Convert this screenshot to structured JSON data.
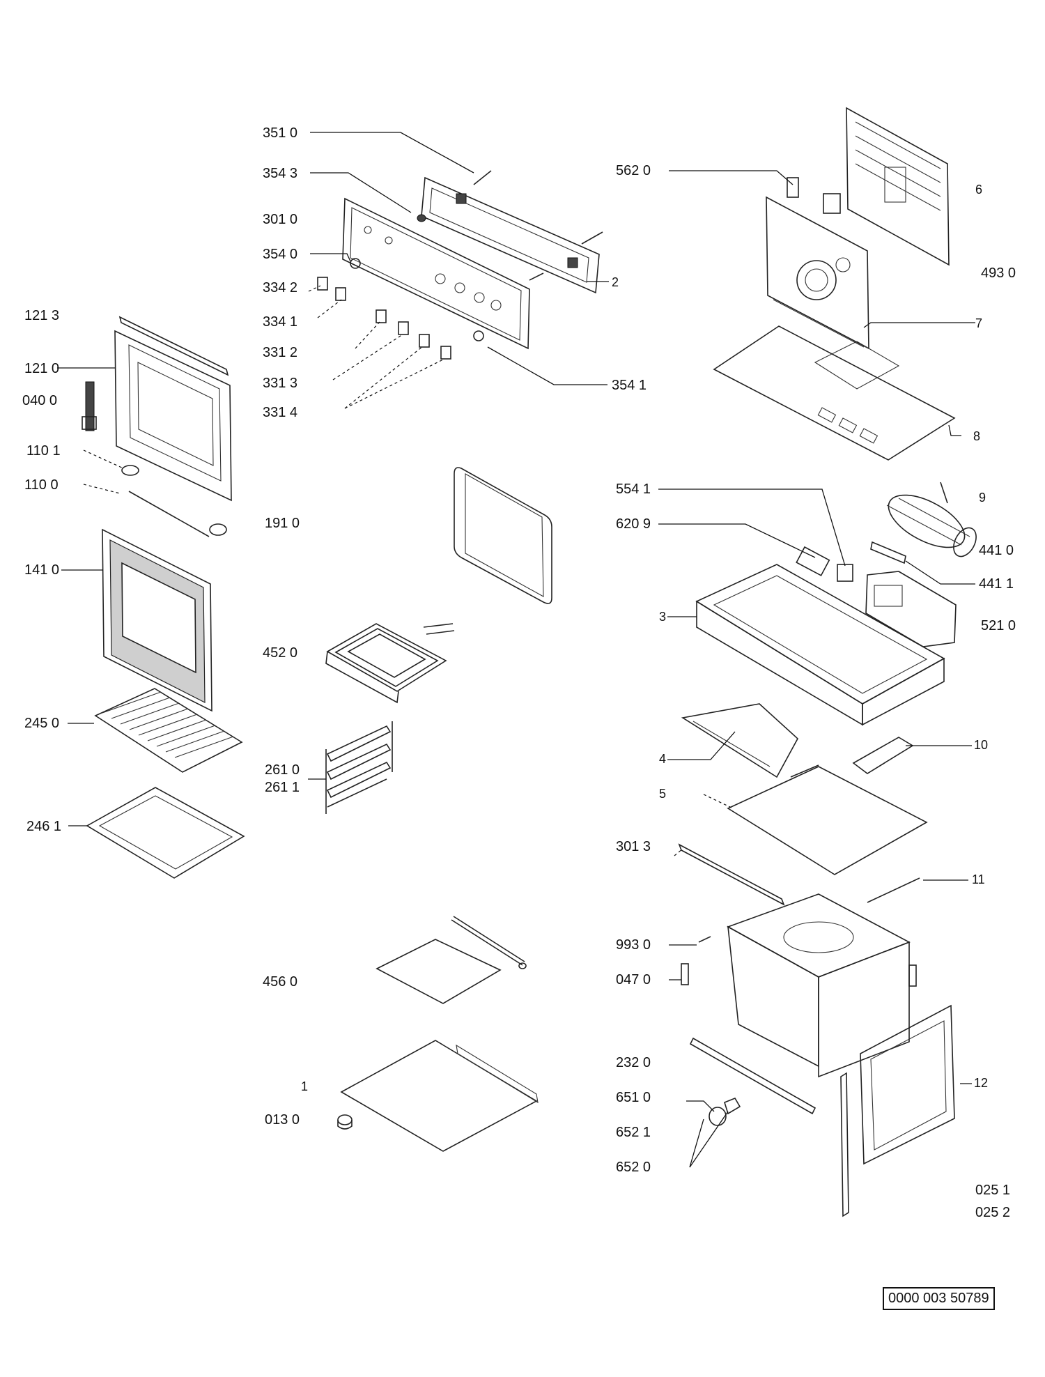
{
  "labels": {
    "l_351_0": "351 0",
    "l_354_3": "354 3",
    "l_301_0": "301 0",
    "l_354_0": "354 0",
    "l_334_2": "334 2",
    "l_334_1": "334 1",
    "l_331_2": "331 2",
    "l_331_3": "331 3",
    "l_331_4": "331 4",
    "l_354_1": "354 1",
    "l_2": "2",
    "l_121_3": "121 3",
    "l_121_0": "121 0",
    "l_040_0": "040 0",
    "l_110_1": "110 1",
    "l_110_0": "110 0",
    "l_191_0": "191 0",
    "l_141_0": "141 0",
    "l_452_0": "452 0",
    "l_245_0": "245 0",
    "l_261_0": "261 0",
    "l_261_1": "261 1",
    "l_246_1": "246 1",
    "l_456_0": "456 0",
    "l_1": "1",
    "l_013_0": "013 0",
    "l_562_0": "562 0",
    "l_6": "6",
    "l_493_0": "493 0",
    "l_7": "7",
    "l_8": "8",
    "l_554_1": "554 1",
    "l_620_9": "620 9",
    "l_9": "9",
    "l_441_0": "441 0",
    "l_441_1": "441 1",
    "l_3": "3",
    "l_521_0": "521 0",
    "l_4": "4",
    "l_10": "10",
    "l_5": "5",
    "l_301_3": "301 3",
    "l_11": "11",
    "l_993_0": "993 0",
    "l_047_0": "047 0",
    "l_232_0": "232 0",
    "l_651_0": "651 0",
    "l_652_1": "652 1",
    "l_652_0": "652 0",
    "l_12": "12",
    "l_025_1": "025 1",
    "l_025_2": "025 2"
  },
  "reference_number": "0000 003 50789"
}
